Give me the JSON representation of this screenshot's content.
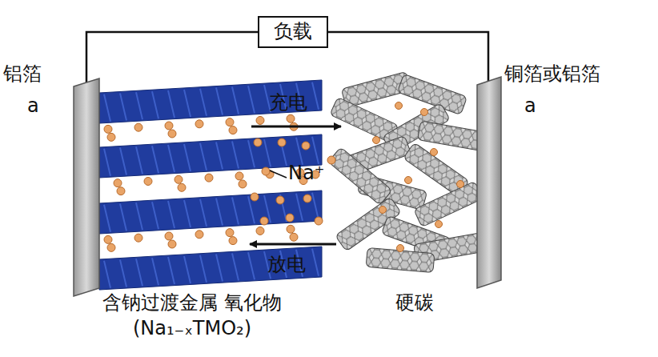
{
  "diagram": {
    "nodes": [
      {
        "text": [
          "负载"
        ]
      }
    ],
    "labels": [
      "铝箔",
      "a",
      "铜箔或铝箔",
      "a",
      "充电",
      "Na⁺",
      "放电",
      "含钠过渡金属 氧化物(Na₁₋ₓTMO₂)",
      "硬碳"
    ]
  }
}
